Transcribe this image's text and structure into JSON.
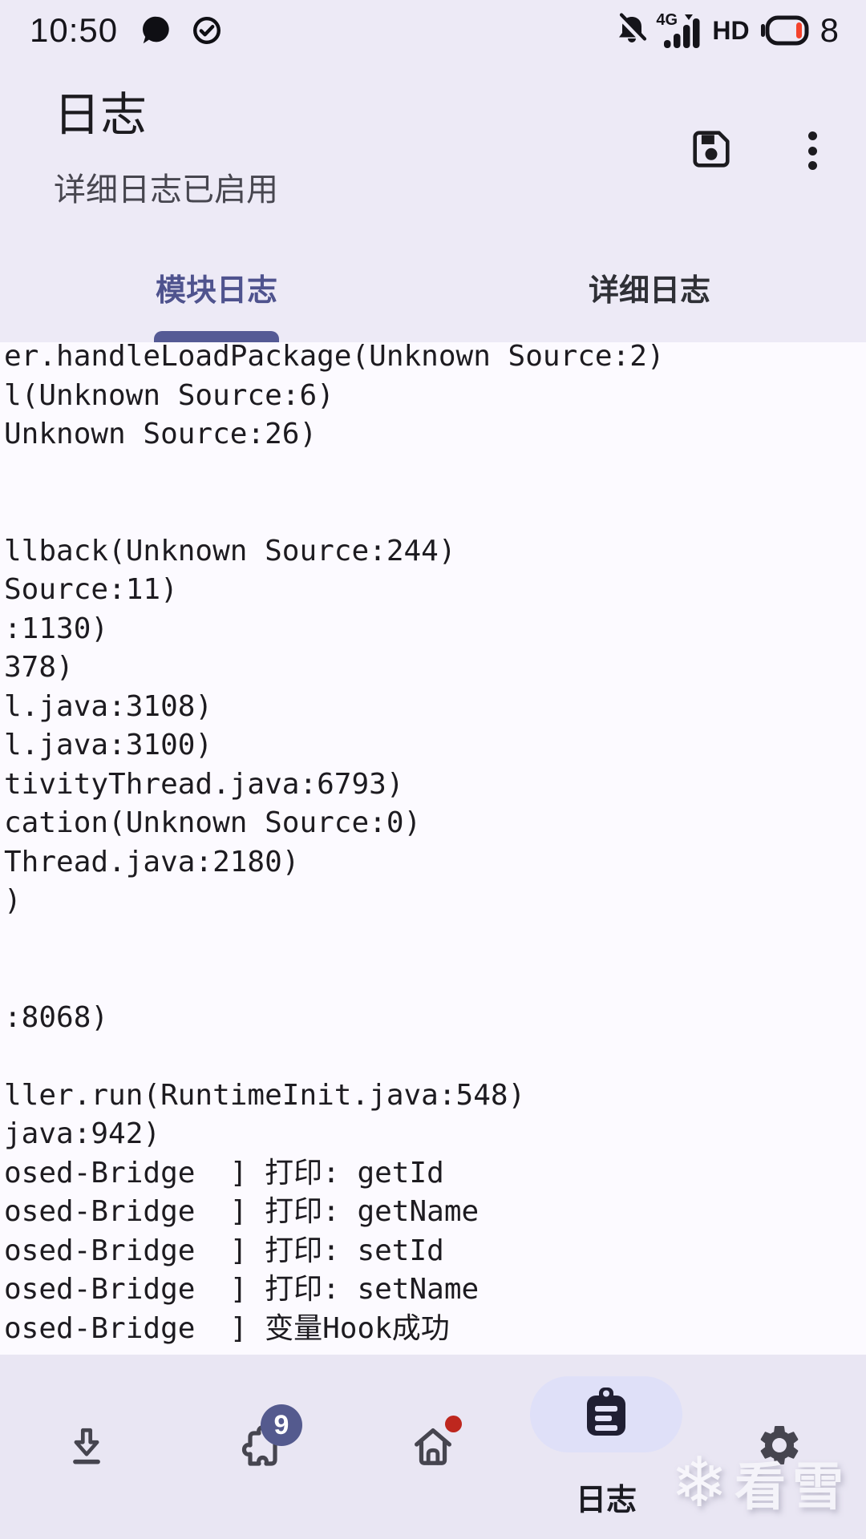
{
  "status_bar": {
    "time": "10:50",
    "network": "4G",
    "hd": "HD",
    "battery_percent": "8"
  },
  "header": {
    "title": "日志",
    "subtitle": "详细日志已启用"
  },
  "tabs": [
    {
      "label": "模块日志",
      "active": true
    },
    {
      "label": "详细日志",
      "active": false
    }
  ],
  "log_lines": [
    "er.handleLoadPackage(Unknown Source:2)",
    "l(Unknown Source:6)",
    "Unknown Source:26)",
    "",
    "",
    "llback(Unknown Source:244)",
    "Source:11)",
    ":1130)",
    "378)",
    "l.java:3108)",
    "l.java:3100)",
    "tivityThread.java:6793)",
    "cation(Unknown Source:0)",
    "Thread.java:2180)",
    ")",
    "",
    "",
    ":8068)",
    "",
    "ller.run(RuntimeInit.java:548)",
    "java:942)",
    "osed-Bridge  ] 打印: getId",
    "osed-Bridge  ] 打印: getName",
    "osed-Bridge  ] 打印: setId",
    "osed-Bridge  ] 打印: setName",
    "osed-Bridge  ] 变量Hook成功"
  ],
  "bottom_nav": {
    "active_label": "日志",
    "badge_count": "9"
  },
  "watermark": {
    "flake": "❄",
    "text": "看雪"
  },
  "colors": {
    "accent": "#555A95",
    "badge": "#545A8E",
    "battery_low": "#F4432C",
    "notification_dot": "#BE271E",
    "top_bg": "#EDEAF6",
    "content_bg": "#FCFAFF",
    "nav_bg": "#E9E6F3"
  }
}
